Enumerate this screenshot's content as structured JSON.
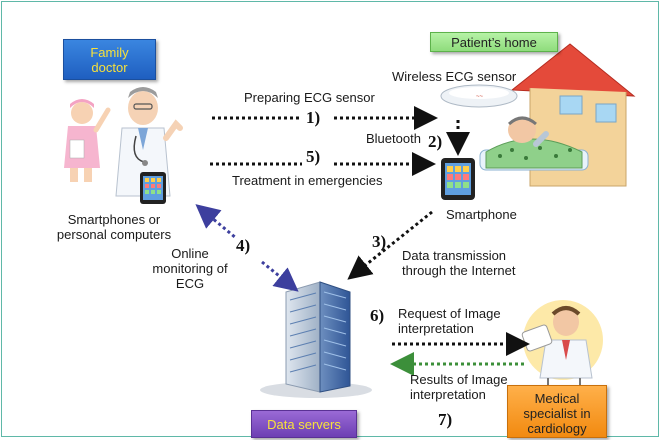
{
  "labels": {
    "family_doctor": [
      "Family",
      "doctor"
    ],
    "patients_home": "Patient’s home",
    "data_servers": "Data servers",
    "medical_specialist": [
      "Medical",
      "specialist in",
      "cardiology"
    ],
    "wireless_sensor": "Wireless ECG sensor",
    "preparing": "Preparing ECG sensor",
    "bluetooth": "Bluetooth",
    "treatment": "Treatment in emergencies",
    "smartphone": "Smartphone",
    "smartphones_pc": [
      "Smartphones or",
      "personal computers"
    ],
    "online_monitoring": [
      "Online",
      "monitoring of",
      "ECG"
    ],
    "data_transmission": [
      "Data transmission",
      "through the Internet"
    ],
    "request": [
      "Request of Image",
      "interpretation"
    ],
    "results": [
      "Results of Image",
      "interpretation"
    ]
  },
  "steps": [
    "1)",
    "2)",
    "3)",
    "4)",
    "5)",
    "6)",
    "7)"
  ],
  "colors": {
    "frame": "#5fb8a8",
    "dark_arrow": "#111111",
    "blue_arrow": "#3d3f9e",
    "green_arrow": "#3c8f3a",
    "family_box": "#2a72d2",
    "home_box": "#9fe38c",
    "servers_box": "#7b4cc0",
    "specialist_box": "#f59a22",
    "box_text_yellow": "#f7e13b"
  }
}
